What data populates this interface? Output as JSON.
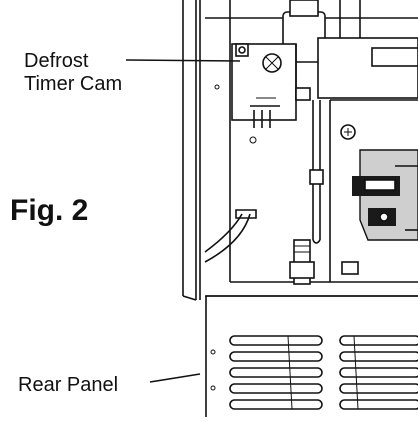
{
  "figure_label": "Fig. 2",
  "callouts": {
    "defrost_timer_cam": {
      "line1": "Defrost",
      "line2": "Timer Cam"
    },
    "rear_panel": "Rear Panel"
  }
}
